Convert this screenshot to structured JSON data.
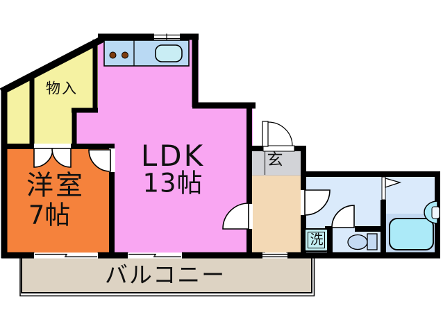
{
  "plan_title": "apartment-floor-plan",
  "rooms": {
    "ldk": {
      "name": "LDK",
      "area": "13帖"
    },
    "western": {
      "name": "洋室",
      "area": "7帖"
    },
    "storage": {
      "name": "物入"
    },
    "balcony": {
      "name": "バルコニー"
    },
    "entrance": {
      "name": "玄"
    },
    "laundry": {
      "name": "洗"
    }
  },
  "fixtures": [
    "kitchen-counter",
    "gas-burners",
    "kitchen-sink",
    "kitchen-window",
    "entry-door",
    "closet-double-doors",
    "western-room-door",
    "ldk-hall-door",
    "washroom-door",
    "toilet-door",
    "bathroom-door-flag",
    "washing-machine-pan",
    "toilet",
    "bathtub",
    "washbasin",
    "balcony-sliding-doors",
    "corridor-window",
    "balcony-railing"
  ],
  "colors": {
    "wall": "#000000",
    "ldk": "#f9a6f2",
    "western": "#f5823c",
    "storage": "#f5f2a2",
    "corridor": "#f3d9b5",
    "entrance_floor": "#d2d3d7",
    "balcony": "#ddd3c3",
    "wet_room": "#daeafb",
    "bath_floor": "#c3d9f1",
    "kitchen_counter": "#b9d9f3",
    "sink": "#c9edf4",
    "fixture_blue": "#c4daf2",
    "bathtub": "#aceaf8",
    "laundry_pan": "#c2eff2",
    "burner": "#7d3c10",
    "door_white": "#ffffff"
  }
}
